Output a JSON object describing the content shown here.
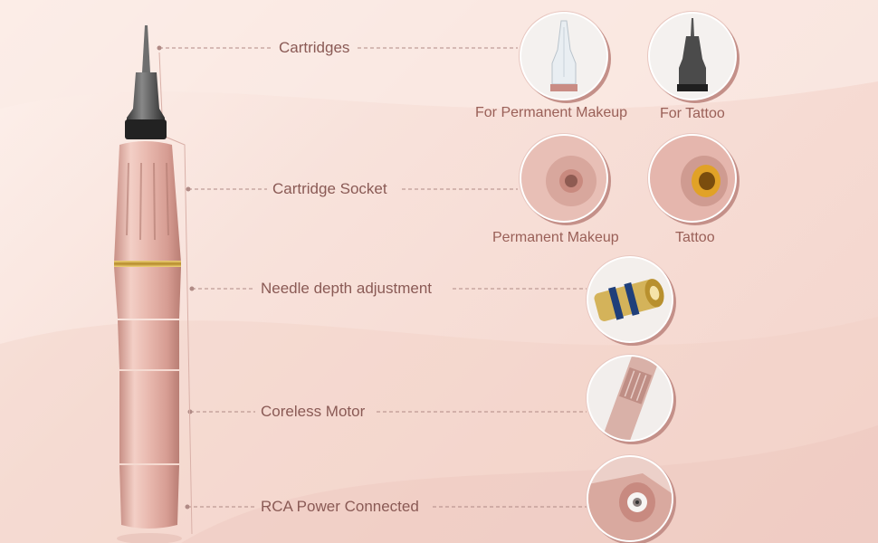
{
  "callouts": {
    "cartridges": "Cartridges",
    "cartridge_socket": "Cartridge Socket",
    "needle_depth": "Needle depth adjustment",
    "motor": "Coreless Motor",
    "power": "RCA Power Connected"
  },
  "captions": {
    "cartridge_pmu": "For Permanent Makeup",
    "cartridge_tattoo": "For Tattoo",
    "socket_pmu": "Permanent Makeup",
    "socket_tattoo": "Tattoo"
  },
  "colors": {
    "pen_body": "#e3b3a9",
    "accent_line": "#b08a85",
    "text": "#8a5a55",
    "gold_ring": "#c9a43a"
  }
}
